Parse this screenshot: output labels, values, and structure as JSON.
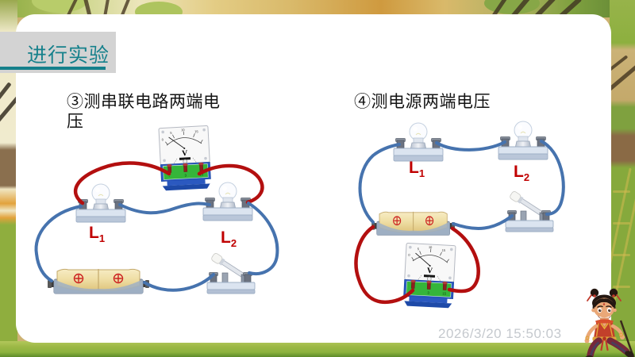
{
  "badge": {
    "label": "进行实验"
  },
  "left_circuit": {
    "heading": "③测串联电路两端电压",
    "lamp1_label": "L",
    "lamp1_sub": "1",
    "lamp2_label": "L",
    "lamp2_sub": "2"
  },
  "right_circuit": {
    "heading": "④测电源两端电压",
    "lamp1_label": "L",
    "lamp1_sub": "1",
    "lamp2_label": "L",
    "lamp2_sub": "2"
  },
  "voltmeter": {
    "unit": "V",
    "ticks": [
      "0",
      "5",
      "10",
      "15"
    ],
    "terminals": [
      "-",
      "3",
      "15"
    ]
  },
  "footer": {
    "timestamp": "2026/3/20 15:50:03"
  },
  "colors": {
    "badge_bg": "#d3d3d3",
    "badge_text": "#15808b",
    "label_red": "#c00000",
    "wire_red": "#b30f0f",
    "wire_blue": "#4673ae",
    "grass": "#96b441"
  }
}
